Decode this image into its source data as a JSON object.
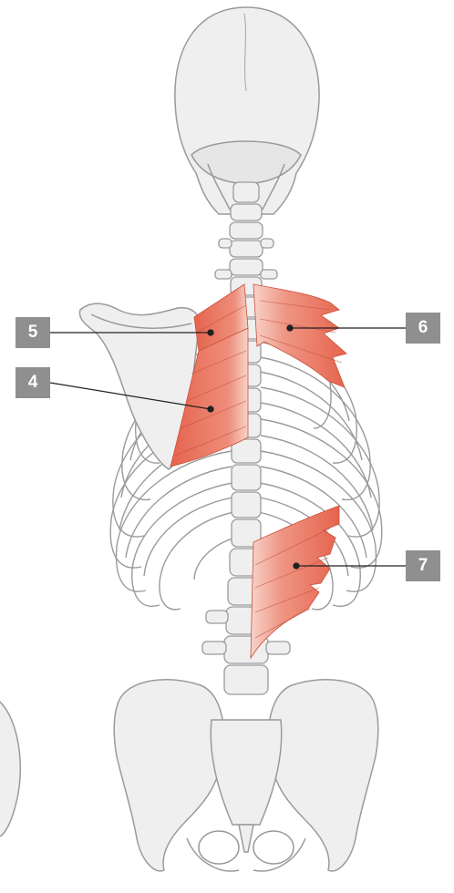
{
  "labels": {
    "five": "5",
    "four": "4",
    "six": "6",
    "seven": "7"
  },
  "colors": {
    "bone_fill": "#efefef",
    "bone_stroke": "#9a9a9a",
    "muscle": "#e8735f",
    "label_box": "#8f8f8f",
    "leader_line": "#222222"
  }
}
